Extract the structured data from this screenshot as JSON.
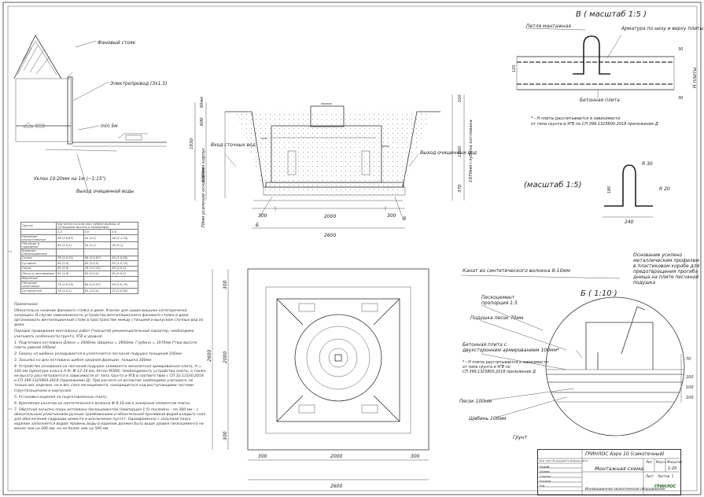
{
  "roof_section": {
    "fan_riser": "Фановый стояк",
    "cable": "Электропровод (3х1,5)",
    "min_depth": "min 5м",
    "slope": "Уклон 10-20мм на 1м (~1:15\")",
    "outlet": "Выход очищенной воды"
  },
  "install_section": {
    "labels": {
      "inlet": "Вход сточных вод",
      "outlet": "Выход очищенных вод",
      "depth_label": "1970мм глубина котлована",
      "body_height": "1300мм корпус",
      "base_label": "70мм усиление основания",
      "b_marker": "Б",
      "v_marker": "В"
    },
    "dims": {
      "top_60": "60мм",
      "top_100": "100",
      "d600": "600",
      "d1830": "1830",
      "d1500": "1500",
      "d370": "370",
      "bottom_300a": "300",
      "bottom_2000": "2000",
      "bottom_300b": "300",
      "bottom_2600": "2600"
    }
  },
  "detail_v": {
    "title": "В ( масштаб 1:5 )",
    "loop": "Петля монтажная",
    "rebar": "Арматура по низу и верху плиты",
    "slab": "Бетонная плита",
    "h_plate": "Н плиты",
    "d30a": "30",
    "d120": "120",
    "d30b": "30",
    "note": "* - Н плиты рассчитывается в зависимости от типа грунта и УГВ по СП 399.1325800.2018 приложение Д"
  },
  "loop_scale": {
    "title": "(масштаб 1:5)",
    "r30": "R 30",
    "r20": "R 20",
    "d180": "180",
    "d240": "240"
  },
  "detail_b": {
    "title": "Б ( 1:10 )",
    "rope": "Канат из синтетического волокна 8-10мм",
    "reinforce": "Основание усилено металлическим профилем в пластиковом коробе для предотвращения прогиба днища на плите песчаной подушка",
    "pesko": "Пескоцемент пропорция 1:5",
    "cushion": "Подушка песок 70мм",
    "slab": "Бетонная плита с двухсторонним армированием 100мм*",
    "note": "* - Н плиты рассчитывается в зависимости от типа грунта и УГВ по СП 399.1325800.2018 приложение Д",
    "sand": "Песок 100мм",
    "gravel": "Щебень 100мм",
    "ground": "Грунт",
    "d70": "70",
    "d100a": "100",
    "d100b": "100",
    "d100c": "100"
  },
  "plan": {
    "d2600_left": "2600",
    "d300a": "300",
    "d2000_left": "2000",
    "d300b": "300",
    "bottom_300a": "300",
    "bottom_2000": "2000",
    "bottom_300b": "300",
    "bottom_2600": "2600"
  },
  "soil_table": {
    "headers": [
      "Грунты",
      "Крутизна откосов при глубине выемки, м (отношение высоты к заложению)"
    ],
    "subheaders": [
      "1,5",
      "3,0",
      "5,0"
    ],
    "rows": [
      [
        "Насыпные неуплотненные",
        "56 (1:0,67)",
        "45 (1:1)",
        "38 (1:1,25)"
      ],
      [
        "Песчаные и гравийные",
        "63 (1:0,5)",
        "45 (1:1)",
        "45 (1:1)"
      ],
      [
        "Влажные (ненасыщенные)",
        "",
        "",
        ""
      ],
      [
        "Супесь",
        "76 (1:0,25)",
        "56 (1:0,67)",
        "50 (1:0,85)"
      ],
      [
        "Суглинок",
        "90 (1:0)",
        "63 (1:0,5)",
        "53 (1:0,75)"
      ],
      [
        "Глина",
        "90 (1:0)",
        "76 (1:0,25)",
        "63 (1:0,5)"
      ],
      [
        "Лессы и лессовидные",
        "90 (1:0)",
        "63 (1:0,5)",
        "63 (1:0,5)"
      ],
      [
        "Моренные:",
        "",
        "",
        ""
      ],
      [
        "Песчаные, супесчаные",
        "76 (1:0,25)",
        "60 (1:0,57)",
        "53 (1:0,75)"
      ],
      [
        "Суглинистые",
        "78 (1:0,2)",
        "63 (1:0,5)",
        "57 (1:0,65)"
      ]
    ]
  },
  "notes": {
    "heading": "Примечание",
    "paragraphs": [
      "Обязательно наличие фанового стояка в доме. Клапан для срыва вакуума категорически запрещен. В случае невозможности устройства вентиляционного фанового стояка в доме, организовать вентиляционный стояк в пространстве между станцией и выпуском сточных вод из дома.",
      "Порядок проведения монтажных работ (*масштаб рекомендательный характер, необходимо учитывать особенности грунта, УГВ и уровня)",
      "1. Подготовка котлована Длина = 2600мм, Ширина = 2600мм, Глубина = 1970мм (*при высоте плиты равной 100мм)",
      "2. Сверху на щебень укладывается и уплотняется песчаная подушка толщиной 100мм",
      "3. Засыпка на дно котлована щебня средней фракции, толщина 100мм",
      "4. Устройство основания на песчаной подушке заливается монолитная армированная плита, Н = 100 мм (арматура класса А-III, Ф 12-14 мм, бетон М300). Необходимость устройства плиты, а также ее высоту рассчитывается в зависимости от типа грунта и УГВ в соответствии с СП 32.13330.2018 и СП 399.1325800.2018 (приложение Д). При расчете на всплытие необходимо учитывать не только вес изделия, но и вес слоя пескоцемента, находящегося над выступающими частями (грунтозацепами и корпусом).",
      "5. Установка изделия на подготовленную плиту.",
      "6. Крепление канатом из синтетического волокна Ф 8-10 мм к анкерным элементам плиты.",
      "7. Обратная засыпка пазух котлована пескоцементом (пропорция 1:5) послойно – по 300 мм – с обязательным уплотнением ручным трамбованием и обязательной проливкой водой каждого слоя для обеспечения гидрации цемента и исключения пустот. Одновременно с засыпкой пазух изделие заполняется водой. Уровень воды в изделии должен быть выше уровня пескоцемента не менее чем на 200 мм, но не более чем на 500 мм."
    ]
  },
  "stamp": {
    "product": "ГРИНЛОС Аэро 10 (самотечный)",
    "sheet_title": "Монтажная схема",
    "company": "Инновационное экологическое оборудование",
    "stage_label": "Лит.",
    "mass_label": "Масса",
    "scale_label": "Масштаб",
    "scale_value": "1:20",
    "sheet_label": "Лист",
    "sheets_label": "Листов",
    "sheets_value": "1",
    "brand": "ГРИНЛОС",
    "col_labels": [
      "Изм.",
      "Лист",
      "№ документа",
      "Подпись",
      "Дата"
    ],
    "row_labels": [
      "Разраб.",
      "Провер.",
      "Т.контр.",
      "Н.контр.",
      "Утв."
    ]
  }
}
